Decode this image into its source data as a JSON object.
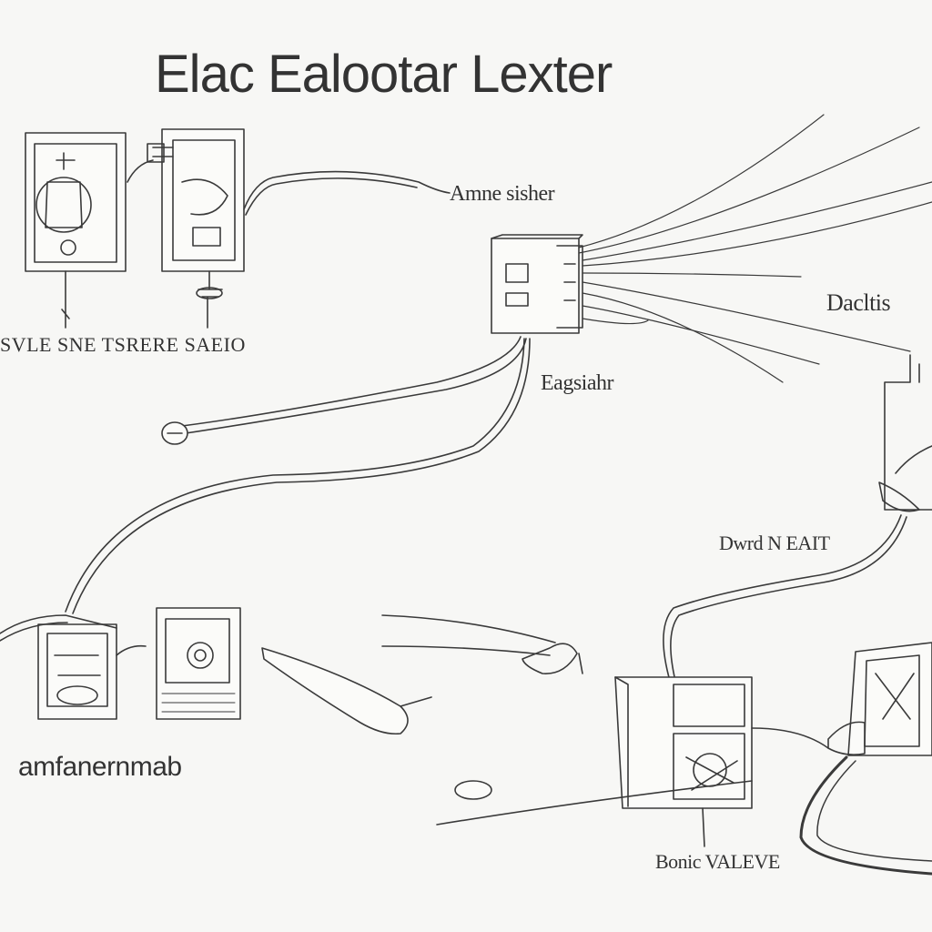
{
  "diagram": {
    "title": "Elac Ealootar Lexter",
    "labels": [
      {
        "id": "l1",
        "text": "Amne sisher"
      },
      {
        "id": "l2",
        "text": "Dacltis"
      },
      {
        "id": "l3",
        "text": "SVLE SNE TSRERE SAEIO"
      },
      {
        "id": "l4",
        "text": "Eagsiahr"
      },
      {
        "id": "l5",
        "text": "Dwrd N EAIT"
      },
      {
        "id": "l6",
        "text": "amfanernmab"
      },
      {
        "id": "l7",
        "text": "Bonic VALEVE"
      }
    ]
  }
}
